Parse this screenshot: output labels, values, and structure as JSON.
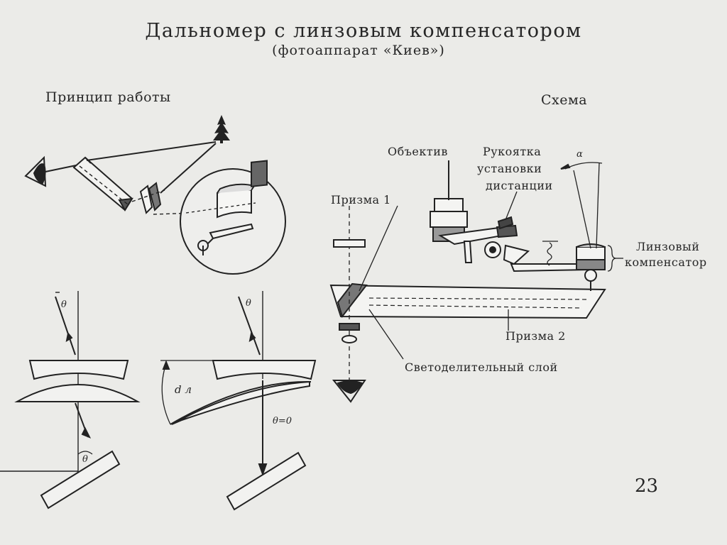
{
  "slide": {
    "title": "Дальномер с линзовым компенсатором",
    "subtitle": "(фотоаппарат «Киев»)",
    "page_number": "23"
  },
  "principle": {
    "heading": "Принцип работы",
    "symbols": {
      "theta": "θ",
      "d_lens": "d л",
      "theta_zero": "θ=0"
    }
  },
  "scheme": {
    "heading": "Схема",
    "labels": {
      "objective": "Объектив",
      "handle_line1": "Рукоятка",
      "handle_line2": "установки",
      "handle_line3": "дистанции",
      "alpha": "α",
      "prism1": "Призма 1",
      "lens_comp_line1": "Линзовый",
      "lens_comp_line2": "компенсатор",
      "prism2": "Призма 2",
      "beam_splitter": "Светоделительный слой"
    }
  },
  "colors": {
    "background": "#ebebe8",
    "ink": "#222222"
  }
}
